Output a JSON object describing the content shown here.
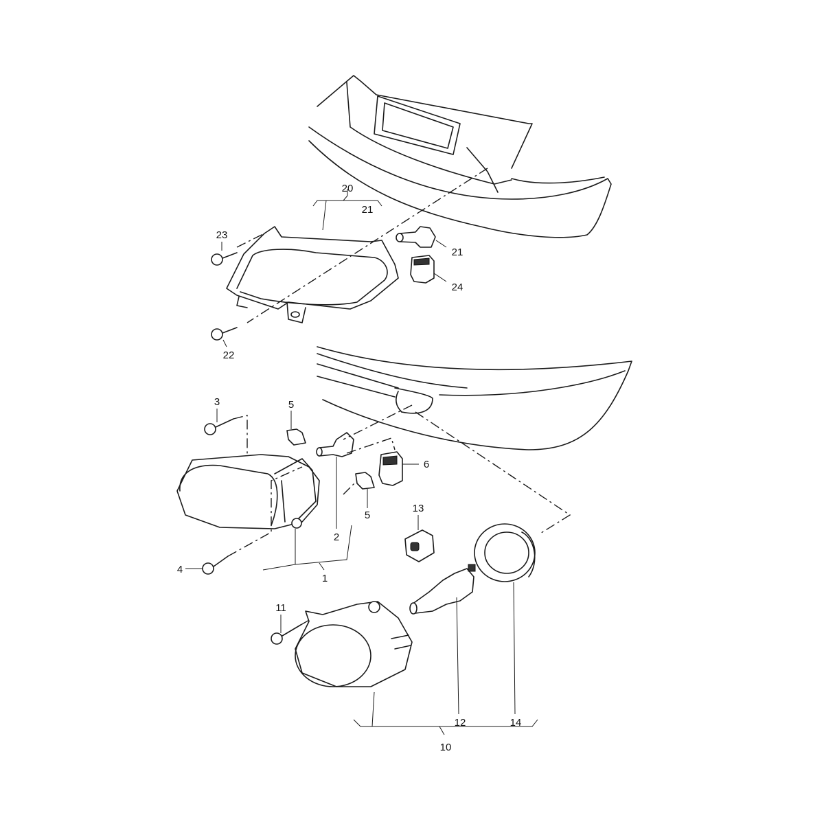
{
  "diagram": {
    "type": "exploded parts diagram",
    "callouts": {
      "c20": "20",
      "c21_bracket": "21",
      "c23": "23",
      "c21": "21",
      "c24": "24",
      "c22": "22",
      "c3": "3",
      "c5_top": "5",
      "c6": "6",
      "c2": "2",
      "c5_bottom": "5",
      "c13": "13",
      "c1": "1",
      "c4": "4",
      "c11": "11",
      "c12": "12",
      "c14": "14",
      "c10": "10"
    }
  }
}
